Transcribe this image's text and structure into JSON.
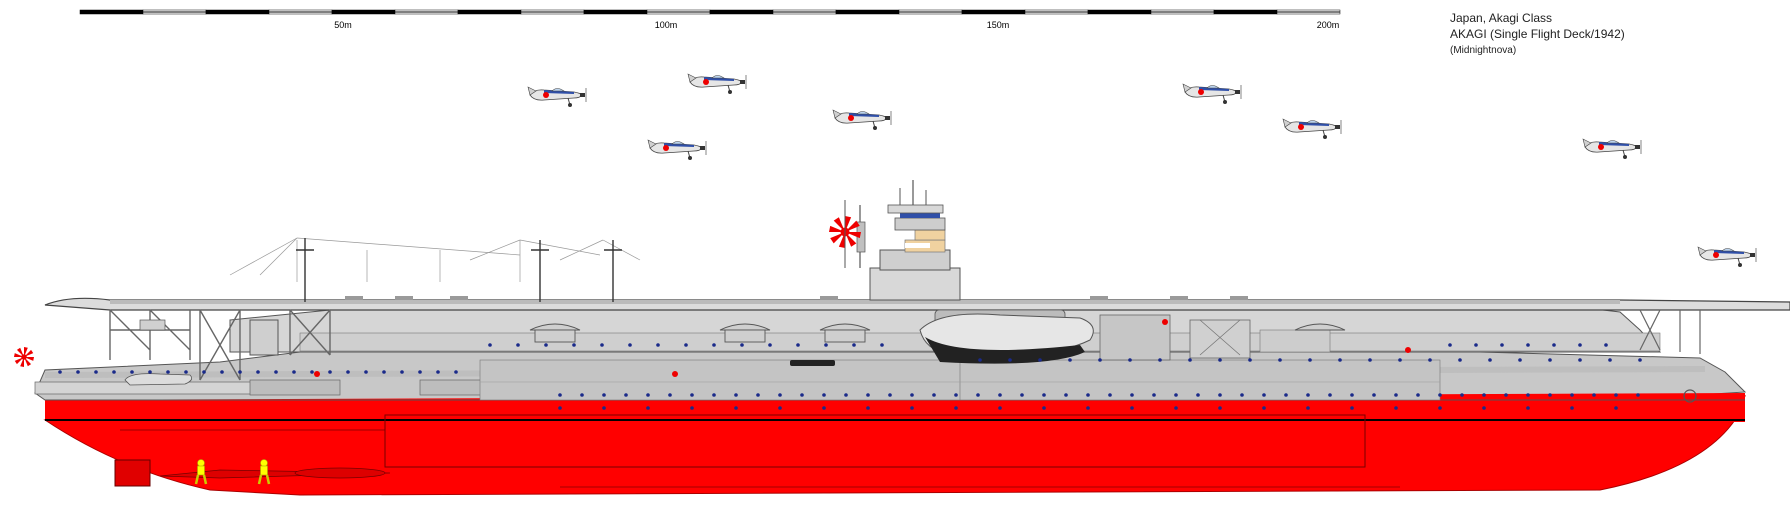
{
  "scale": {
    "tick_labels": [
      "50m",
      "100m",
      "150m",
      "200m"
    ]
  },
  "title": {
    "line1": "Japan, Akagi Class",
    "line2": "AKAGI (Single Flight Deck/1942)",
    "credit": "(Midnightnova)"
  },
  "colors": {
    "hull_grey": "#c8c8c8",
    "hull_dark": "#8c8c8c",
    "antifouling_red": "#ff0000",
    "outline": "#555555",
    "porthole_blue": "#1a2a8a",
    "plane_blue": "#2f4fa8",
    "figure_yellow": "#ffff00"
  },
  "icons": [
    "rising-sun-flag-icon",
    "aircraft-icon",
    "crew-figure-icon"
  ]
}
